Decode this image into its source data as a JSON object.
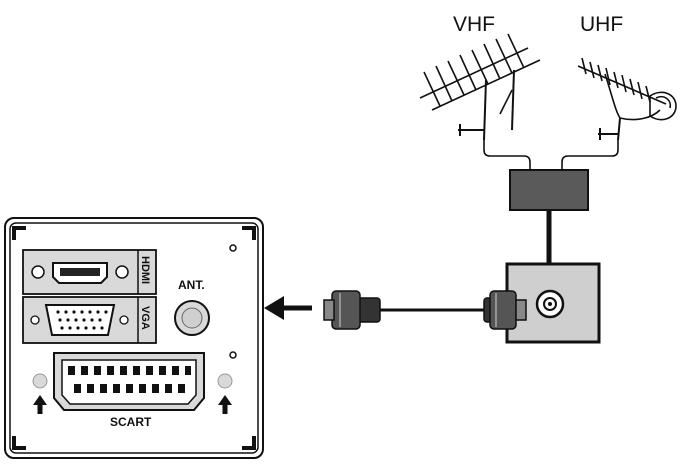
{
  "diagram": {
    "antennas": {
      "vhf_label": "VHF",
      "uhf_label": "UHF"
    },
    "tv_panel": {
      "hdmi_label": "HDMI",
      "vga_label": "VGA",
      "antenna_label": "ANT.",
      "scart_label": "SCART"
    },
    "colors": {
      "line": "#111111",
      "panel_fill": "#ffffff",
      "port_fill": "#d9d9d9",
      "splitter_fill": "#5a5a5a",
      "wall_socket_fill": "#cfcfcf"
    }
  }
}
